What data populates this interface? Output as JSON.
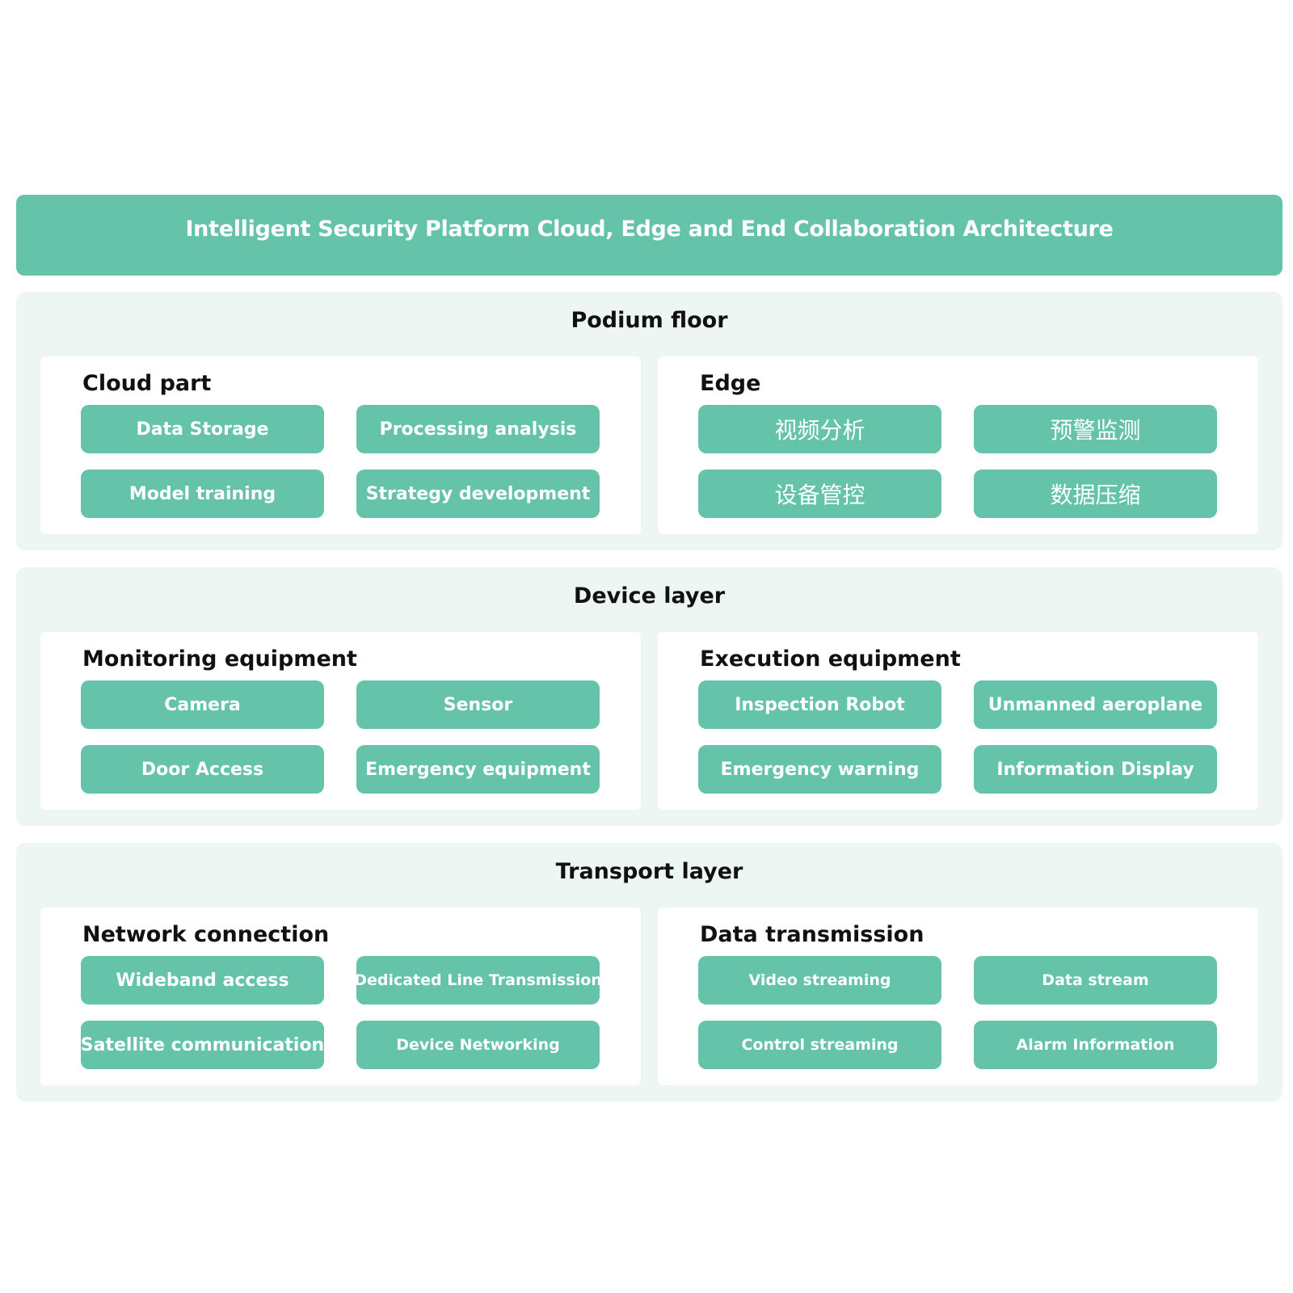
{
  "title": "Intelligent Security Platform Cloud, Edge and End Collaboration Architecture",
  "colors": {
    "accent": "#65c3a9",
    "panel": "#edf6f2",
    "card": "#ffffff"
  },
  "layers": [
    {
      "title": "Podium floor",
      "groups": [
        {
          "title": "Cloud part",
          "items": [
            "Data Storage",
            "Processing analysis",
            "Model training",
            "Strategy development"
          ]
        },
        {
          "title": "Edge",
          "items": [
            "视频分析",
            "预警监测",
            "设备管控",
            "数据压缩"
          ]
        }
      ]
    },
    {
      "title": "Device layer",
      "groups": [
        {
          "title": "Monitoring equipment",
          "items": [
            "Camera",
            "Sensor",
            "Door Access",
            "Emergency equipment"
          ]
        },
        {
          "title": "Execution equipment",
          "items": [
            "Inspection Robot",
            "Unmanned aeroplane",
            "Emergency warning",
            "Information Display"
          ]
        }
      ]
    },
    {
      "title": "Transport layer",
      "groups": [
        {
          "title": "Network connection",
          "items": [
            "Wideband access",
            "Dedicated Line Transmission",
            "Satellite communication",
            "Device Networking"
          ]
        },
        {
          "title": "Data transmission",
          "items": [
            "Video streaming",
            "Data stream",
            "Control streaming",
            "Alarm Information"
          ]
        }
      ]
    }
  ]
}
